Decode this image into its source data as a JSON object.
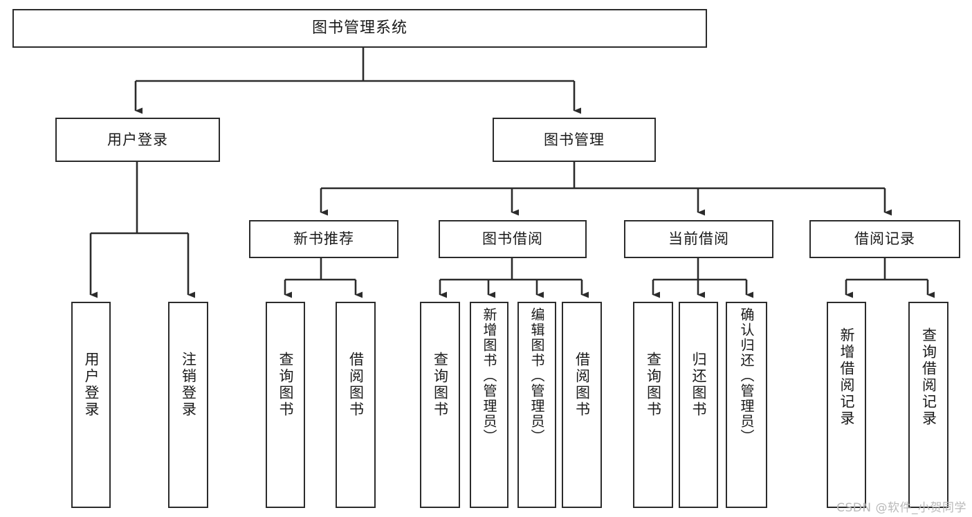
{
  "diagram": {
    "title": "图书管理系统",
    "type": "tree-hierarchy",
    "watermark": "CSDN @软件_小贺同学",
    "nodes": {
      "root": {
        "label": "图书管理系统"
      },
      "level2": [
        {
          "id": "user-login",
          "label": "用户登录"
        },
        {
          "id": "book-management",
          "label": "图书管理"
        }
      ],
      "level3": [
        {
          "id": "new-book-recommend",
          "label": "新书推荐"
        },
        {
          "id": "book-borrow",
          "label": "图书借阅"
        },
        {
          "id": "current-borrow",
          "label": "当前借阅"
        },
        {
          "id": "borrow-record",
          "label": "借阅记录"
        }
      ],
      "leaves": {
        "user-login": [
          {
            "id": "user-login-leaf",
            "label": "用户登录"
          },
          {
            "id": "logout-leaf",
            "label": "注销登录"
          }
        ],
        "new-book-recommend": [
          {
            "id": "query-book-1",
            "label": "查询图书"
          },
          {
            "id": "borrow-book-1",
            "label": "借阅图书"
          }
        ],
        "book-borrow": [
          {
            "id": "query-book-2",
            "label": "查询图书"
          },
          {
            "id": "add-book",
            "label": "新增图书（管理员）"
          },
          {
            "id": "edit-book",
            "label": "编辑图书（管理员）"
          },
          {
            "id": "borrow-book-2",
            "label": "借阅图书"
          }
        ],
        "current-borrow": [
          {
            "id": "query-book-3",
            "label": "查询图书"
          },
          {
            "id": "return-book",
            "label": "归还图书"
          },
          {
            "id": "confirm-return",
            "label": "确认归还（管理员）"
          }
        ],
        "borrow-record": [
          {
            "id": "add-borrow-record",
            "label": "新增借阅记录"
          },
          {
            "id": "query-borrow-record",
            "label": "查询借阅记录"
          }
        ]
      }
    },
    "colors": {
      "stroke": "#2b2b2b",
      "fill": "#ffffff",
      "text": "#1a1a1a",
      "watermark": "#b9b9b9"
    }
  }
}
